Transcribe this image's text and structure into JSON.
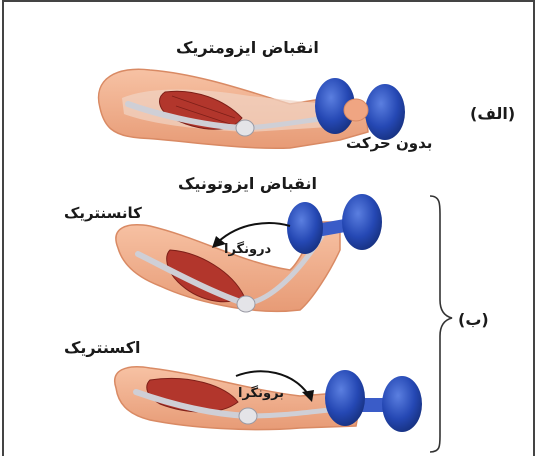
{
  "labels": {
    "isometric_title": "انقباض ایزومتریک",
    "part_a": "(الف)",
    "no_motion": "بدون حرکت",
    "isotonic_title": "انقباض ایزوتونیک",
    "concentric": "کانسنتریک",
    "inward": "درونگرا",
    "part_b": "(ب)",
    "eccentric": "اکسنتریک",
    "outward": "برونگرا"
  },
  "colors": {
    "skin": "#f3b08c",
    "skin_shadow": "#e08d68",
    "muscle": "#b2362c",
    "bone": "#e4e4e8",
    "dumbbell": "#2548b4",
    "frame": "#444444"
  }
}
